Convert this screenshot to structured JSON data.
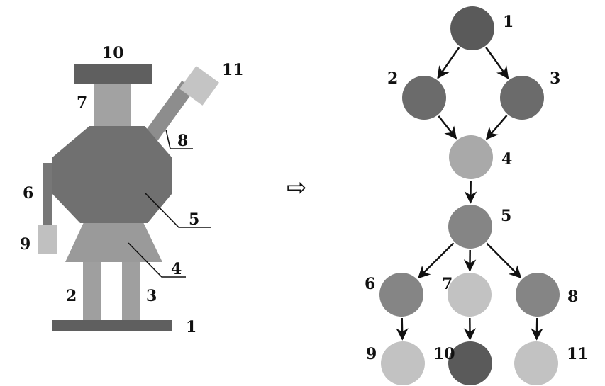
{
  "colors": {
    "dark": "#6b6b6b",
    "darker": "#5a5a5a",
    "mid": "#858585",
    "light": "#a9a9a9",
    "lighter": "#c2c2c2"
  },
  "object_labels": {
    "base": "1",
    "leg_left": "2",
    "leg_right": "3",
    "skirt": "4",
    "body": "5",
    "left_rod": "6",
    "neck": "7",
    "right_arm": "8",
    "left_block": "9",
    "top_plate": "10",
    "right_block": "11"
  },
  "arrow_symbol": "⇨",
  "graph": {
    "nodes": [
      {
        "id": "1",
        "label": "1",
        "shade": "darker"
      },
      {
        "id": "2",
        "label": "2",
        "shade": "dark"
      },
      {
        "id": "3",
        "label": "3",
        "shade": "dark"
      },
      {
        "id": "4",
        "label": "4",
        "shade": "light"
      },
      {
        "id": "5",
        "label": "5",
        "shade": "mid"
      },
      {
        "id": "6",
        "label": "6",
        "shade": "mid"
      },
      {
        "id": "7",
        "label": "7",
        "shade": "lighter"
      },
      {
        "id": "8",
        "label": "8",
        "shade": "mid"
      },
      {
        "id": "9",
        "label": "9",
        "shade": "lighter"
      },
      {
        "id": "10",
        "label": "10",
        "shade": "darker"
      },
      {
        "id": "11",
        "label": "11",
        "shade": "lighter"
      }
    ],
    "edges": [
      [
        "1",
        "2"
      ],
      [
        "1",
        "3"
      ],
      [
        "2",
        "4"
      ],
      [
        "3",
        "4"
      ],
      [
        "4",
        "5"
      ],
      [
        "5",
        "6"
      ],
      [
        "5",
        "7"
      ],
      [
        "5",
        "8"
      ],
      [
        "6",
        "9"
      ],
      [
        "7",
        "10"
      ],
      [
        "8",
        "11"
      ]
    ]
  }
}
